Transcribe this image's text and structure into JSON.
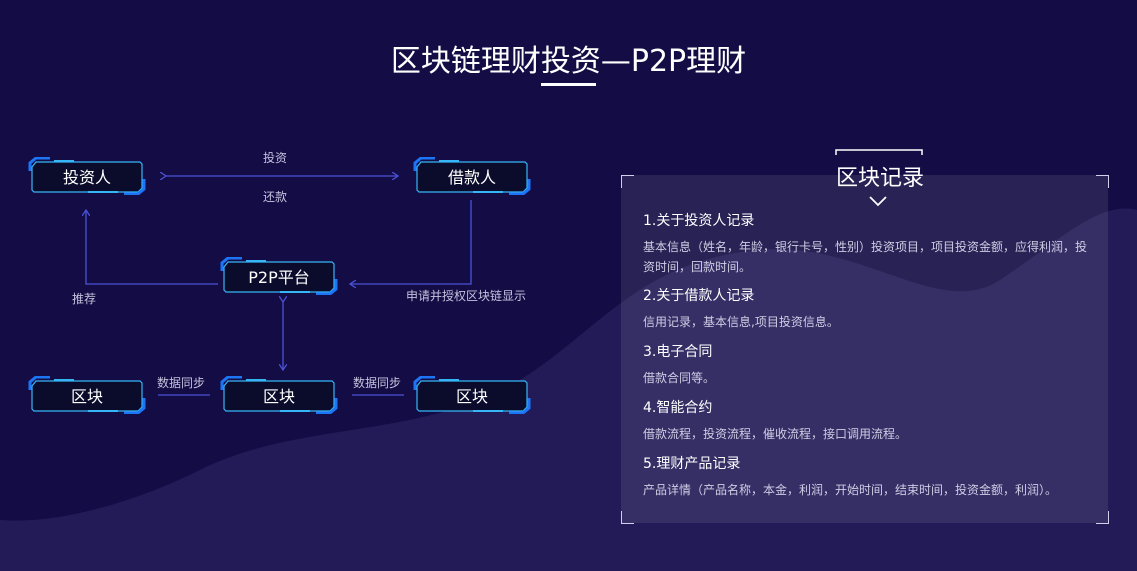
{
  "title": "区块链理财投资—P2P理财",
  "colors": {
    "background": "#140d45",
    "wave": "#251d59",
    "node_fill": "#0b0c2b",
    "node_accent": "#1d74f5",
    "node_edge": "#36b6f7",
    "arrow": "#4a53d6"
  },
  "diagram": {
    "nodes": {
      "investor": "投资人",
      "borrower": "借款人",
      "platform": "P2P平台",
      "block_left": "区块",
      "block_center": "区块",
      "block_right": "区块"
    },
    "edges": {
      "invest": "投资",
      "repay": "还款",
      "recommend": "推荐",
      "apply": "申请并授权区块链显示",
      "sync_left": "数据同步",
      "sync_right": "数据同步"
    }
  },
  "panel": {
    "title": "区块记录",
    "records": [
      {
        "heading": "1.关于投资人记录",
        "body": "基本信息（姓名，年龄，银行卡号，性别）投资项目，项目投资金额，应得利润，投资时间，回款时间。"
      },
      {
        "heading": "2.关于借款人记录",
        "body": "信用记录，基本信息,项目投资信息。"
      },
      {
        "heading": "3.电子合同",
        "body": "借款合同等。"
      },
      {
        "heading": "4.智能合约",
        "body": "借款流程，投资流程，催收流程，接口调用流程。"
      },
      {
        "heading": "5.理财产品记录",
        "body": "产品详情（产品名称，本金，利润，开始时间，结束时间，投资金额，利润）。"
      }
    ]
  }
}
